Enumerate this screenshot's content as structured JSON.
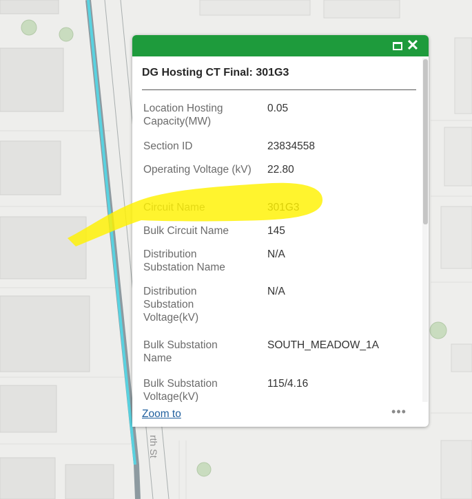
{
  "map": {
    "street_label": "rth St",
    "colors": {
      "background": "#eeeeec",
      "building": "#e2e2e0",
      "building_edge": "#d2d2d0",
      "street_line": "#9aa0a0",
      "circuit_line": "#59d2e0",
      "circuit_edge": "#8d9aa0",
      "tree": "#c9dcbf"
    }
  },
  "popup": {
    "title": "DG Hosting CT Final: 301G3",
    "header_color": "#1e9b3c",
    "maximize_icon": "maximize-icon",
    "close_icon": "close-icon",
    "close_label": "✕",
    "rows": [
      {
        "label": "Location Hosting Capacity(MW)",
        "value": "0.05"
      },
      {
        "label": "Section ID",
        "value": "23834558"
      },
      {
        "label": "Operating Voltage (kV)",
        "value": "22.80"
      },
      {
        "label": "Circuit Name",
        "value": "301G3"
      },
      {
        "label": "Bulk Circuit Name",
        "value": "145"
      },
      {
        "label": "Distribution Substation Name",
        "value": "N/A"
      },
      {
        "label": "Distribution Substation Voltage(kV)",
        "value": "N/A"
      },
      {
        "label": "Bulk Substation Name",
        "value": "SOUTH_MEADOW_1A"
      },
      {
        "label": "Bulk Substation Voltage(kV)",
        "value": "115/4.16"
      }
    ],
    "highlighted_row": "Circuit Name",
    "highlight_color": "#fff200",
    "zoom_label": "Zoom to",
    "more_label": "•••"
  }
}
